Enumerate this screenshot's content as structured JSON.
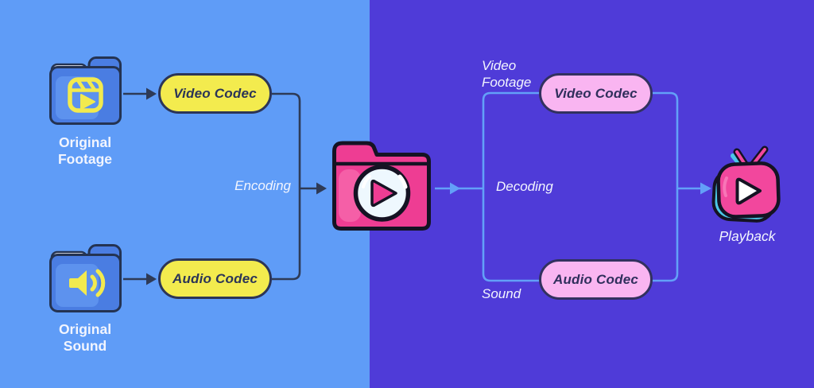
{
  "colors": {
    "left_background": "#5f9cf7",
    "right_background": "#4f3bd8",
    "encode_pill_fill": "#f3eb4e",
    "decode_pill_fill": "#f9b5f1",
    "pill_outline_navy": "#2c3557",
    "connector_dark": "#2e3a56",
    "connector_light": "#63a0f8",
    "folder_blue": "#4a7de2",
    "icon_yellow": "#f2ea4e",
    "media_pink": "#ee3d93",
    "tv_cyan": "#4cc8e8",
    "label_white": "#f2f5fe"
  },
  "encoding_side": {
    "video_source_label": {
      "line1": "Original",
      "line2": "Footage"
    },
    "audio_source_label": {
      "line1": "Original",
      "line2": "Sound"
    },
    "video_codec_label": "Video Codec",
    "audio_codec_label": "Audio Codec",
    "process_label": "Encoding"
  },
  "decoding_side": {
    "process_label": "Decoding",
    "video_stream_label": {
      "line1": "Video",
      "line2": "Footage"
    },
    "audio_stream_label": "Sound",
    "video_codec_label": "Video Codec",
    "audio_codec_label": "Audio Codec",
    "output_label": "Playback"
  }
}
